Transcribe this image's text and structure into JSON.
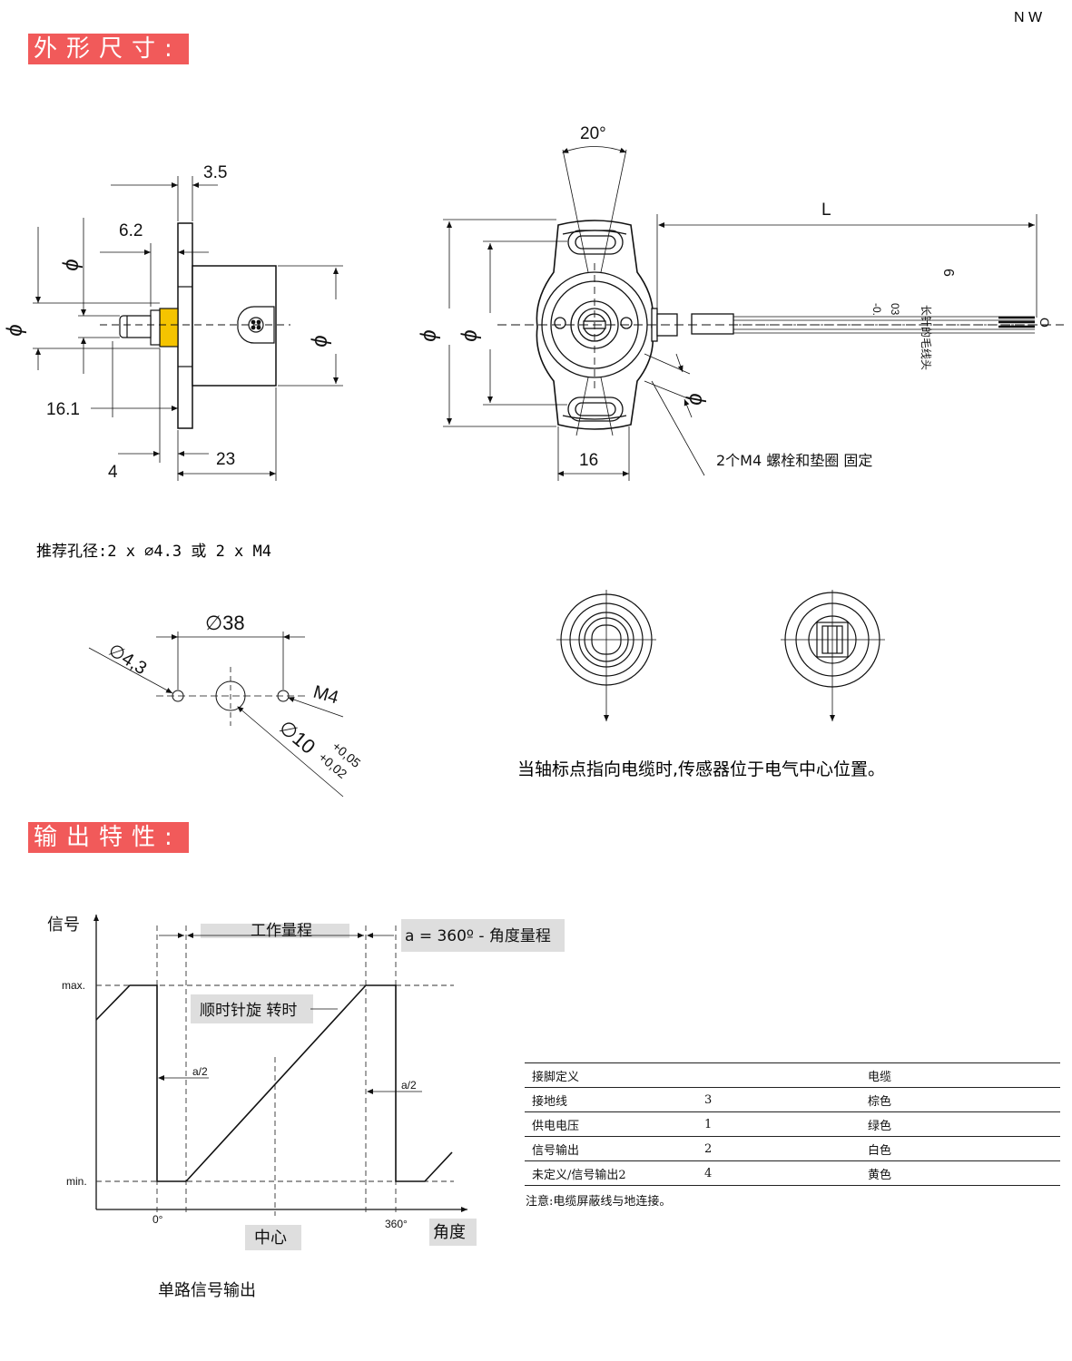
{
  "sections": {
    "dimensions_title": "外形尺寸:",
    "output_title": "输出特性:"
  },
  "corner_mark": "N W",
  "side_view": {
    "dim_3_5": "3.5",
    "dim_6_2": "6.2",
    "dim_phi_a": "ϕ",
    "dim_phi_b": "ϕ",
    "dim_phi_c": "ϕ",
    "dim_16_1": "16.1",
    "dim_4": "4",
    "dim_23": "23"
  },
  "front_view": {
    "dim_20deg": "20°",
    "dim_L": "L",
    "dim_6": "6",
    "dim_phi_outer": "ϕ",
    "dim_phi_inner": "ϕ",
    "dim_phi_hole": "ϕ",
    "dim_16": "16",
    "cable_text_1": "-0.",
    "cable_text_2": "03",
    "cable_text_3": "长针的毛线头",
    "cable_text_4": "O",
    "mount_note": "2个M4 螺栓和垫圈 固定"
  },
  "hole_pattern": {
    "title": "推荐孔径:2 x ∅4.3 或 2 x M4",
    "dim_38": "∅38",
    "dim_4_3": "∅4,3",
    "dim_m4": "M4",
    "dim_10": "∅10",
    "tol_upper": "+0,05",
    "tol_lower": "+0,02"
  },
  "position_note": "当轴标点指向电缆时,传感器位于电气中心位置。",
  "output_chart": {
    "y_axis_label": "信号",
    "x_axis_label": "角度",
    "max_label": "max.",
    "min_label": "min.",
    "zero_label": "0°",
    "full_label": "360°",
    "center_label": "中心",
    "working_range": "工作量程",
    "formula": "a = 360º - 角度量程",
    "rotation": "顺时针旋 转时",
    "half_a_left": "a/2",
    "half_a_right": "a/2",
    "caption": "单路信号输出"
  },
  "chart_data": {
    "type": "line",
    "title": "",
    "xlabel": "角度",
    "ylabel": "信号",
    "x": [
      "start",
      "ramp_end",
      "0°",
      "0°",
      "0°+a/2",
      "360°-a/2",
      "360°",
      "360°",
      "360°+a/2",
      "end"
    ],
    "series": [
      {
        "values": [
          "mid",
          "max",
          "max",
          "min",
          "min",
          "max",
          "max",
          "min",
          "min",
          "rising"
        ]
      }
    ],
    "y_levels": [
      "min.",
      "max."
    ],
    "x_ticks": [
      "0°",
      "中心",
      "360°"
    ]
  },
  "pin_table": {
    "headers": [
      "接脚定义",
      "",
      "电缆"
    ],
    "rows": [
      [
        "接地线",
        "3",
        "棕色"
      ],
      [
        "供电电压",
        "1",
        "绿色"
      ],
      [
        "信号输出",
        "2",
        "白色"
      ],
      [
        "未定义/信号输出2",
        "4",
        "黄色"
      ]
    ],
    "note": "注意:电缆屏蔽线与地连接。"
  },
  "colors": {
    "section_bg": "#f15a5a",
    "brass_part": "#f5c400",
    "label_bg": "#dedede"
  }
}
